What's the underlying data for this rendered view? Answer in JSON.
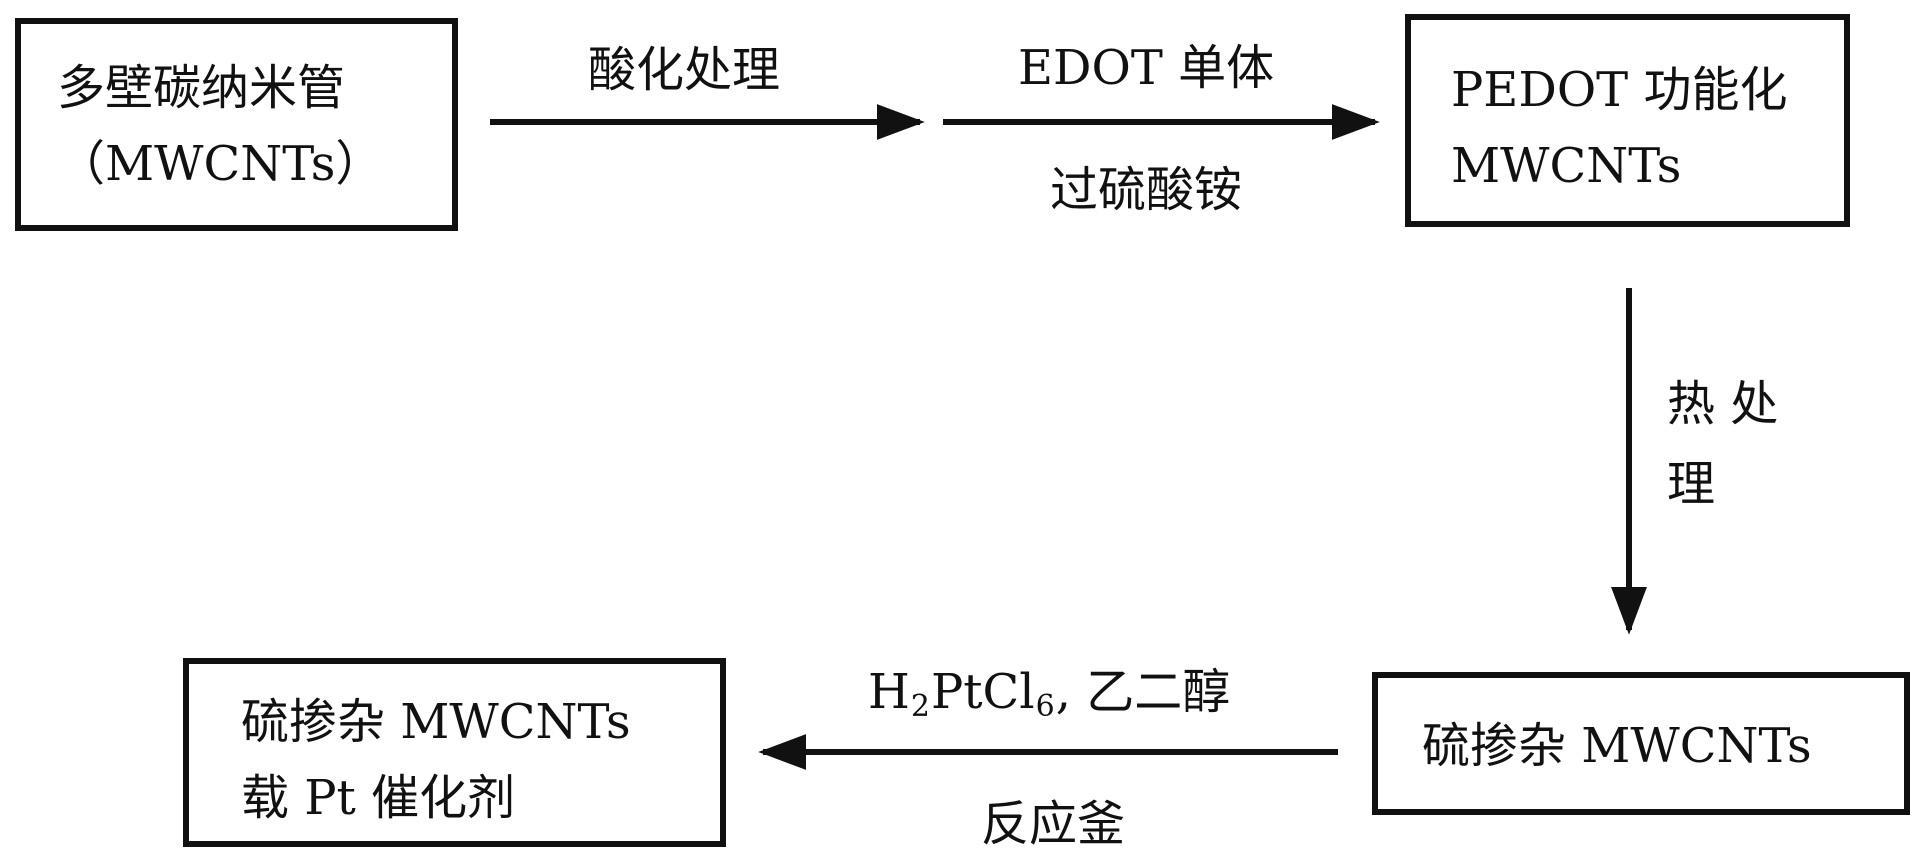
{
  "boxes": {
    "mwcnts": {
      "line1": "多壁碳纳米管",
      "line2": "（MWCNTs）"
    },
    "pedot": {
      "line1": "PEDOT 功能化",
      "line2": "MWCNTs"
    },
    "s_doped": {
      "line1": "硫掺杂 MWCNTs"
    },
    "catalyst": {
      "line1": "硫掺杂 MWCNTs",
      "line2": "载 Pt 催化剂"
    }
  },
  "labels": {
    "acid_treatment": "酸化处理",
    "edot_monomer": "EDOT 单体",
    "ammonium_persulfate": "过硫酸铵",
    "heat_treatment_1": "热 处",
    "heat_treatment_2": "理",
    "pt_precursor_h": "H",
    "pt_precursor_sub1": "2",
    "pt_precursor_mid": "PtCl",
    "pt_precursor_sub2": "6",
    "pt_precursor_rest": ", 乙二醇",
    "reactor": "反应釜"
  }
}
